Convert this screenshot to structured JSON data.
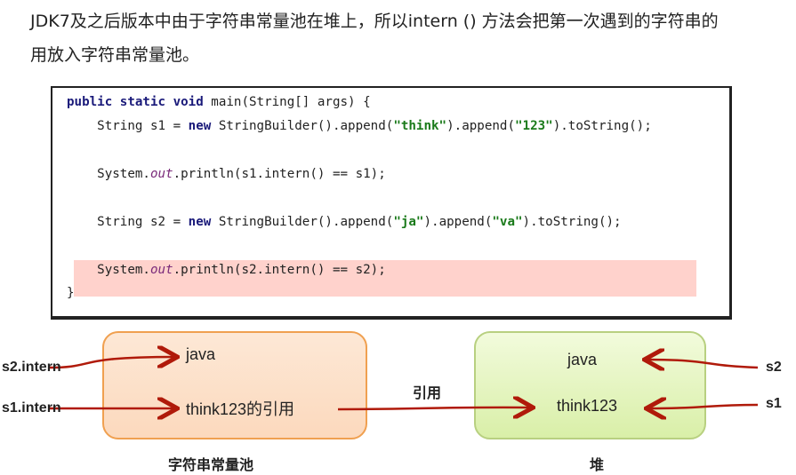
{
  "heading": {
    "line1": "JDK7及之后版本中由于字符串常量池在堆上，所以intern () 方法会把第一次遇到的字符串的",
    "line2": "用放入字符串常量池。"
  },
  "code": {
    "lines": [
      [
        [
          "public static void ",
          "kw"
        ],
        [
          "main(String[] args) {",
          ""
        ]
      ],
      [
        [
          "    String s1 = ",
          ""
        ],
        [
          "new ",
          "kw"
        ],
        [
          "StringBuilder().append(",
          ""
        ],
        [
          "\"think\"",
          "str"
        ],
        [
          ").append(",
          ""
        ],
        [
          "\"123\"",
          "str"
        ],
        [
          ").toString();",
          ""
        ]
      ],
      [
        [
          "    System.",
          ""
        ],
        [
          "out",
          "it"
        ],
        [
          ".println(s1.intern() == s1);",
          ""
        ]
      ],
      [
        [
          "    String s2 = ",
          ""
        ],
        [
          "new ",
          "kw"
        ],
        [
          "StringBuilder().append(",
          ""
        ],
        [
          "\"ja\"",
          "str"
        ],
        [
          ").append(",
          ""
        ],
        [
          "\"va\"",
          "str"
        ],
        [
          ").toString();",
          ""
        ]
      ],
      [
        [
          "    System.",
          ""
        ],
        [
          "out",
          "it"
        ],
        [
          ".println(s2.intern() == s2);",
          ""
        ]
      ],
      [
        [
          "}",
          ""
        ]
      ]
    ]
  },
  "diagram": {
    "pool": {
      "java": "java",
      "ref": "think123的引用",
      "title": "字符串常量池"
    },
    "heap": {
      "java": "java",
      "think": "think123",
      "title": "堆"
    },
    "refs": {
      "s2intern": "s2.intern",
      "s1intern": "s1.intern",
      "s2": "s2",
      "s1": "s1",
      "yinyong": "引用"
    },
    "colors": {
      "arrow": "#b01a0a",
      "pool_border": "#f0a050",
      "heap_border": "#b8d080"
    }
  }
}
